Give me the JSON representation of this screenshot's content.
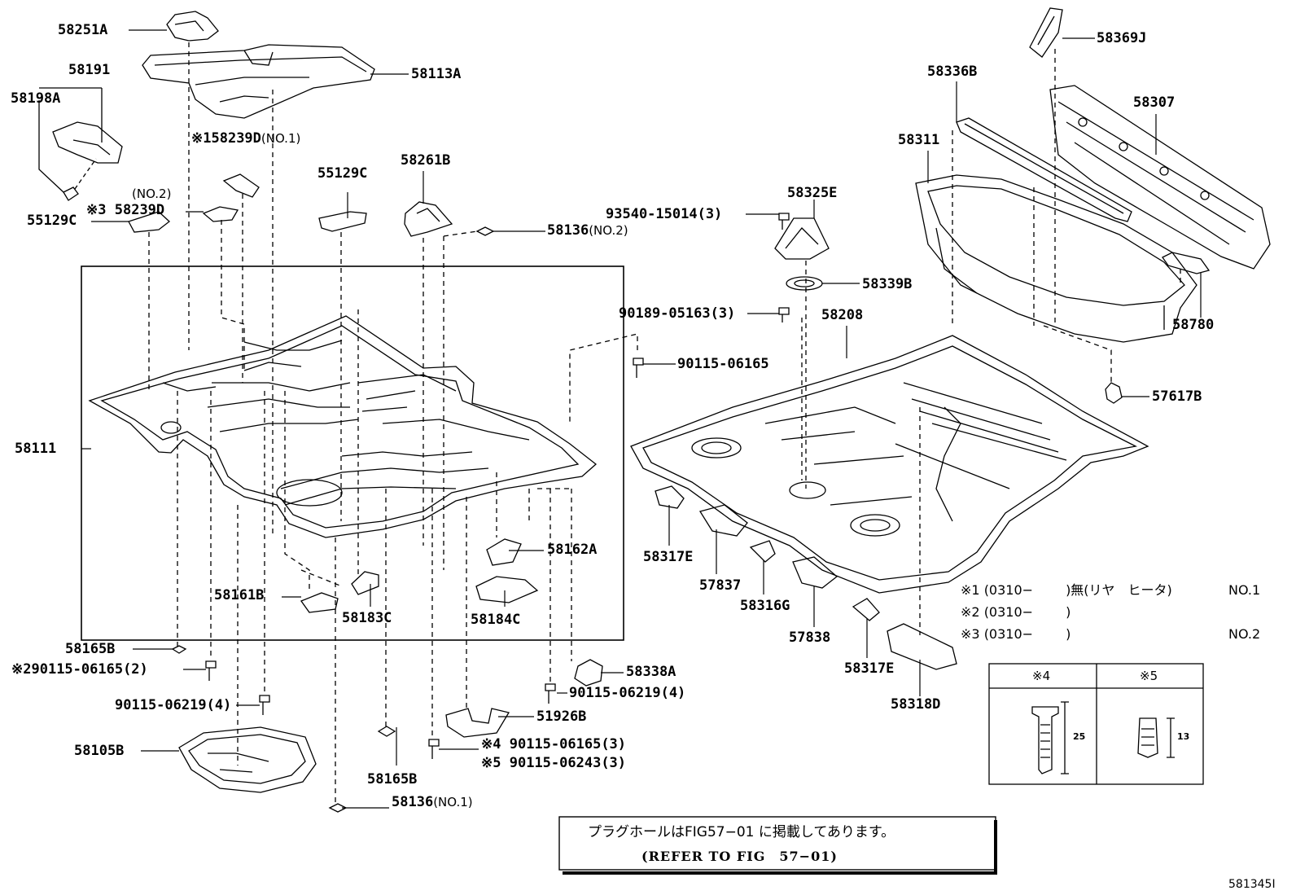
{
  "parts": [
    {
      "id": "p58251A",
      "text": "58251A"
    },
    {
      "id": "p58191",
      "text": "58191"
    },
    {
      "id": "p58198A",
      "text": "58198A"
    },
    {
      "id": "p58113A",
      "text": "58113A"
    },
    {
      "id": "p58239D_1",
      "mark": "※1",
      "text": "58239D",
      "sub": "(NO.1)"
    },
    {
      "id": "p55129C_top",
      "text": "55129C"
    },
    {
      "id": "p58261B",
      "text": "58261B"
    },
    {
      "id": "p58239D_2_note",
      "text": "(NO.2)"
    },
    {
      "id": "p58239D_2",
      "mark": "※3",
      "text": "58239D"
    },
    {
      "id": "p55129C_left",
      "text": "55129C"
    },
    {
      "id": "p58136_2",
      "text": "58136",
      "sub": "(NO.2)"
    },
    {
      "id": "p58111",
      "text": "58111"
    },
    {
      "id": "p58162A",
      "text": "58162A"
    },
    {
      "id": "p58161B",
      "text": "58161B"
    },
    {
      "id": "p58183C",
      "text": "58183C"
    },
    {
      "id": "p58184C",
      "text": "58184C"
    },
    {
      "id": "p58165B_l",
      "text": "58165B"
    },
    {
      "id": "p90115_06165_2",
      "mark": "※2",
      "text": "90115-06165(2)"
    },
    {
      "id": "p90115_06219_4l",
      "text": "90115-06219(4)"
    },
    {
      "id": "p58105B",
      "text": "58105B"
    },
    {
      "id": "p58338A",
      "text": "58338A"
    },
    {
      "id": "p90115_06219_4r",
      "text": "90115-06219(4)"
    },
    {
      "id": "p51926B",
      "text": "51926B"
    },
    {
      "id": "p90115_06165_3",
      "mark": "※4",
      "text": "90115-06165(3)"
    },
    {
      "id": "p90115_06243_3",
      "mark": "※5",
      "text": "90115-06243(3)"
    },
    {
      "id": "p58165B_b",
      "text": "58165B"
    },
    {
      "id": "p58136_1",
      "text": "58136",
      "sub": "(NO.1)"
    },
    {
      "id": "p93540",
      "text": "93540-15014(3)"
    },
    {
      "id": "p58325E",
      "text": "58325E"
    },
    {
      "id": "p58339B",
      "text": "58339B"
    },
    {
      "id": "p90189",
      "text": "90189-05163(3)"
    },
    {
      "id": "p58208",
      "text": "58208"
    },
    {
      "id": "p90115_06165",
      "text": "90115-06165"
    },
    {
      "id": "p58369J",
      "text": "58369J"
    },
    {
      "id": "p58336B",
      "text": "58336B"
    },
    {
      "id": "p58307",
      "text": "58307"
    },
    {
      "id": "p58311",
      "text": "58311"
    },
    {
      "id": "p58780",
      "text": "58780"
    },
    {
      "id": "p57617B",
      "text": "57617B"
    },
    {
      "id": "p58317E_a",
      "text": "58317E"
    },
    {
      "id": "p57837",
      "text": "57837"
    },
    {
      "id": "p58316G",
      "text": "58316G"
    },
    {
      "id": "p57838",
      "text": "57838"
    },
    {
      "id": "p58317E_b",
      "text": "58317E"
    },
    {
      "id": "p58318D",
      "text": "58318D"
    }
  ],
  "notes": [
    {
      "mark": "※1",
      "range": "(0310−",
      "tail": ")無(リヤ　ヒータ)",
      "no": "NO.1"
    },
    {
      "mark": "※2",
      "range": "(0310−",
      "tail": ")",
      "no": ""
    },
    {
      "mark": "※3",
      "range": "(0310−",
      "tail": ")",
      "no": "NO.2"
    }
  ],
  "clip_table": {
    "col1": "※4",
    "col2": "※5",
    "dim1": "25",
    "dim2": "13"
  },
  "reference": {
    "line1": "プラグホールはFIG57−01 に掲載してあります。",
    "line2": "(REFER TO FIG　57−01)"
  },
  "figure_number": "581345I"
}
